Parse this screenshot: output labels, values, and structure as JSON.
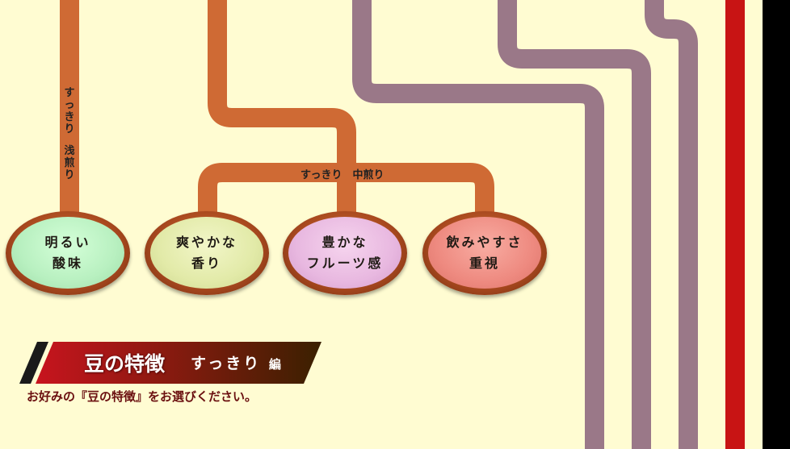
{
  "routes": {
    "light_roast_label": [
      "す",
      "っ",
      "き",
      "り",
      " ",
      "浅",
      "煎",
      "り"
    ],
    "medium_roast_label": "すっきり　中煎り"
  },
  "nodes": [
    {
      "id": "bright-acidity",
      "lines": [
        "明るい",
        "酸味"
      ],
      "color": "#b8f0c0"
    },
    {
      "id": "refreshing-aroma",
      "lines": [
        "爽やかな",
        "香り"
      ],
      "color": "#e2eaa8"
    },
    {
      "id": "rich-fruity",
      "lines": [
        "豊かな",
        "フルーツ感"
      ],
      "color": "#e8b8e0"
    },
    {
      "id": "easy-drinking",
      "lines": [
        "飲みやすさ",
        "重視"
      ],
      "color": "#ee8a80"
    }
  ],
  "banner": {
    "title": "豆の特徴",
    "subtitle_main": "すっきり",
    "subtitle_suffix": "編"
  },
  "instruction": "お好みの『豆の特徴』をお選びください。",
  "colors": {
    "orange_line": "#cf6a34",
    "purple_line": "#9a7888",
    "red_line": "#c81414",
    "black_bar": "#000000",
    "background": "#fffcd2"
  }
}
